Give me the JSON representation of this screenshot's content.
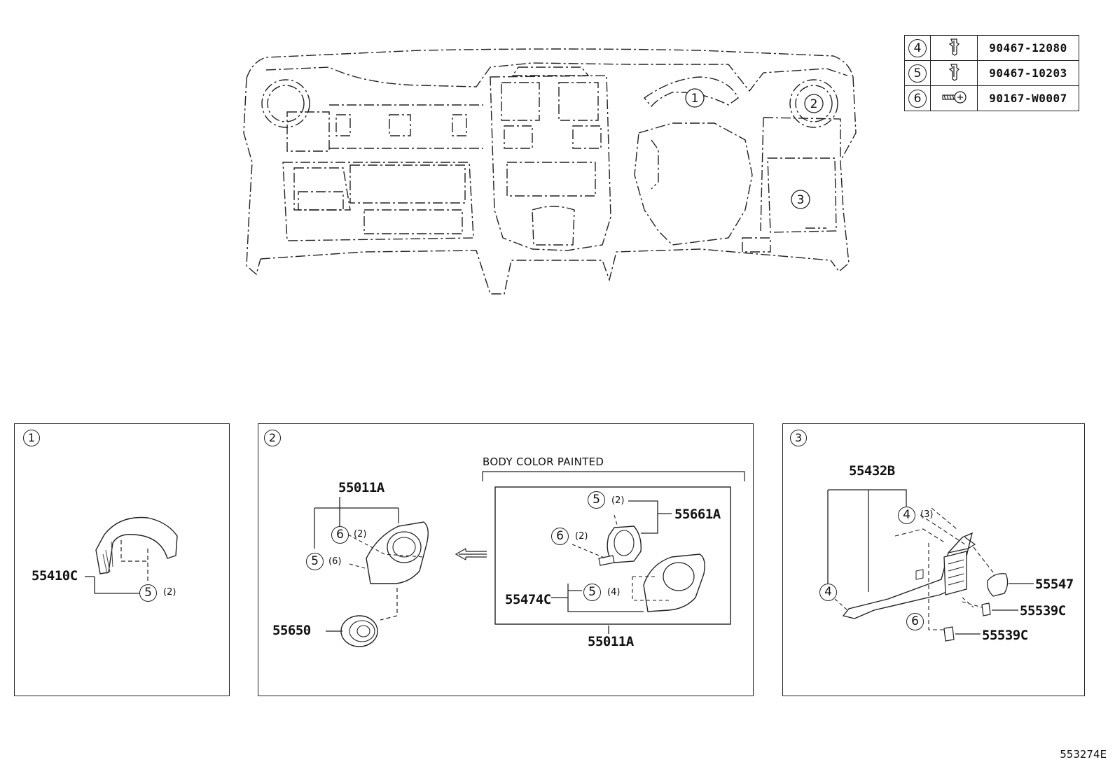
{
  "legend": [
    {
      "ref": "4",
      "icon": "clip-icon",
      "part_no": "90467-12080"
    },
    {
      "ref": "5",
      "icon": "clip-icon",
      "part_no": "90467-10203"
    },
    {
      "ref": "6",
      "icon": "screw-icon",
      "part_no": "90167-W0007"
    }
  ],
  "overview": {
    "callouts": [
      "1",
      "2",
      "3"
    ]
  },
  "panel1": {
    "ref": "1",
    "part": "55410C",
    "fastener_ref": "5",
    "fastener_qty": "(2)"
  },
  "panel2": {
    "ref": "2",
    "bezel_part": "55011A",
    "clip_ref_a": "6",
    "clip_qty_a": "(2)",
    "clip_ref_b": "5",
    "clip_qty_b": "(6)",
    "vent_part": "55650",
    "painted_caption": "BODY COLOR PAINTED",
    "inner_clip_ref_a": "5",
    "inner_clip_qty_a": "(2)",
    "inner_part_a": "55661A",
    "inner_clip_ref_b": "6",
    "inner_clip_qty_b": "(2)",
    "inner_clip_ref_c": "5",
    "inner_clip_qty_c": "(4)",
    "inner_part_b": "55474C",
    "inner_part_c": "55011A"
  },
  "panel3": {
    "ref": "3",
    "part_main": "55432B",
    "clip_ref_a": "4",
    "clip_qty_a": "(3)",
    "clip_ref_b": "4",
    "screw_ref": "6",
    "part_cover": "55547",
    "part_plug_a": "55539C",
    "part_plug_b": "55539C"
  },
  "figure_id": "553274E"
}
